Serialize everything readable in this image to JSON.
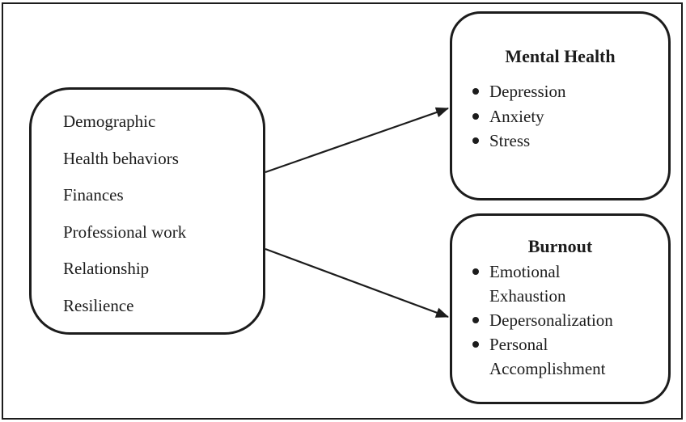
{
  "diagram": {
    "predictors_box": {
      "items": [
        "Demographic",
        "Health behaviors",
        "Finances",
        "Professional work",
        "Relationship",
        "Resilience"
      ]
    },
    "mental_health_box": {
      "title": "Mental Health",
      "items": [
        "Depression",
        "Anxiety",
        "Stress"
      ]
    },
    "burnout_box": {
      "title": "Burnout",
      "items": [
        "Emotional\nExhaustion",
        "Depersonalization",
        "Personal\nAccomplishment"
      ]
    },
    "connectors": [
      {
        "name": "predictors-to-mental-health"
      },
      {
        "name": "predictors-to-burnout"
      }
    ],
    "colors": {
      "line": "#1c1c1c",
      "background": "#ffffff"
    }
  }
}
